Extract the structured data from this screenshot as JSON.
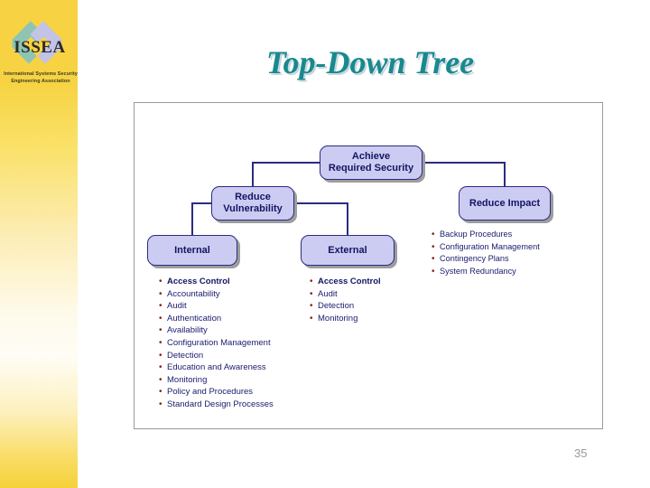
{
  "slide": {
    "title": "Top-Down Tree",
    "page_number": "35",
    "title_color": "#18898f",
    "node_fill": "#ccccf2",
    "node_border": "#2b2b80",
    "sidebar_color": "#f7d343"
  },
  "logo": {
    "acronym": "ISSEA",
    "subtitle_line1": "International Systems Security",
    "subtitle_line2": "Engineering Association",
    "diamond_left_color": "#8fc4b4",
    "diamond_right_color": "#c3c3e8"
  },
  "diagram": {
    "nodes": {
      "achieve": "Achieve\nRequired Security",
      "achieve_line1": "Achieve",
      "achieve_line2": "Required Security",
      "reduce_vulnerability_line1": "Reduce",
      "reduce_vulnerability_line2": "Vulnerability",
      "reduce_impact": "Reduce Impact",
      "internal": "Internal",
      "external": "External"
    },
    "lists": {
      "internal": [
        {
          "text": "Access Control",
          "bold": true
        },
        {
          "text": "Accountability",
          "bold": false
        },
        {
          "text": "Audit",
          "bold": false
        },
        {
          "text": "Authentication",
          "bold": false
        },
        {
          "text": "Availability",
          "bold": false
        },
        {
          "text": "Configuration Management",
          "bold": false
        },
        {
          "text": "Detection",
          "bold": false
        },
        {
          "text": "Education and Awareness",
          "bold": false
        },
        {
          "text": "Monitoring",
          "bold": false
        },
        {
          "text": "Policy and Procedures",
          "bold": false
        },
        {
          "text": "Standard Design Processes",
          "bold": false
        }
      ],
      "external": [
        {
          "text": "Access Control",
          "bold": true
        },
        {
          "text": "Audit",
          "bold": false
        },
        {
          "text": "Detection",
          "bold": false
        },
        {
          "text": "Monitoring",
          "bold": false
        }
      ],
      "reduce_impact": [
        {
          "text": "Backup Procedures",
          "bold": false
        },
        {
          "text": "Configuration Management",
          "bold": false
        },
        {
          "text": "Contingency Plans",
          "bold": false
        },
        {
          "text": "System Redundancy",
          "bold": false
        }
      ]
    },
    "bullet_glyph": "•"
  }
}
